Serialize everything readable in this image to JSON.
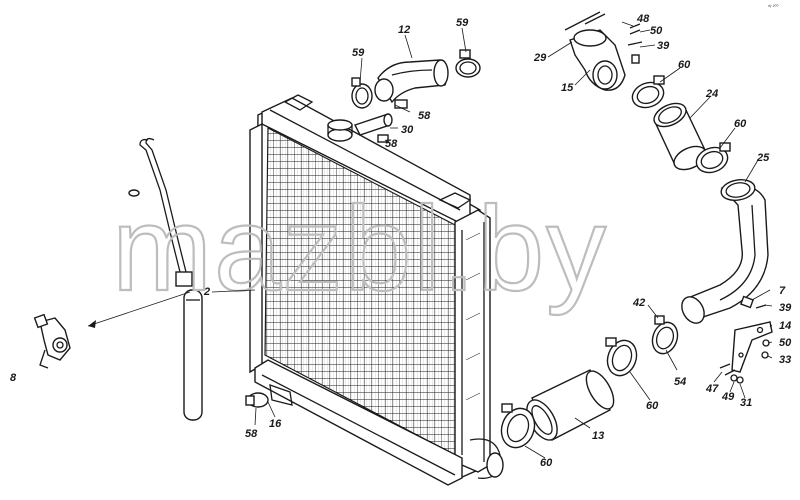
{
  "watermark": "mazbl.by",
  "corner_note": "ᵈʸ ²⁰⁰",
  "parts": [
    {
      "id": "12",
      "label": "12"
    },
    {
      "id": "59a",
      "label": "59"
    },
    {
      "id": "59b",
      "label": "59"
    },
    {
      "id": "58a",
      "label": "58"
    },
    {
      "id": "30",
      "label": "30"
    },
    {
      "id": "58b",
      "label": "58"
    },
    {
      "id": "48",
      "label": "48"
    },
    {
      "id": "50a",
      "label": "50"
    },
    {
      "id": "39a",
      "label": "39"
    },
    {
      "id": "29",
      "label": "29"
    },
    {
      "id": "15",
      "label": "15"
    },
    {
      "id": "60a",
      "label": "60"
    },
    {
      "id": "24",
      "label": "24"
    },
    {
      "id": "60b",
      "label": "60"
    },
    {
      "id": "25",
      "label": "25"
    },
    {
      "id": "2",
      "label": "2"
    },
    {
      "id": "8",
      "label": "8"
    },
    {
      "id": "42",
      "label": "42"
    },
    {
      "id": "7",
      "label": "7"
    },
    {
      "id": "39b",
      "label": "39"
    },
    {
      "id": "14",
      "label": "14"
    },
    {
      "id": "50b",
      "label": "50"
    },
    {
      "id": "33",
      "label": "33"
    },
    {
      "id": "54",
      "label": "54"
    },
    {
      "id": "47",
      "label": "47"
    },
    {
      "id": "49",
      "label": "49"
    },
    {
      "id": "31",
      "label": "31"
    },
    {
      "id": "60c",
      "label": "60"
    },
    {
      "id": "13",
      "label": "13"
    },
    {
      "id": "60d",
      "label": "60"
    },
    {
      "id": "58c",
      "label": "58"
    },
    {
      "id": "16",
      "label": "16"
    }
  ]
}
